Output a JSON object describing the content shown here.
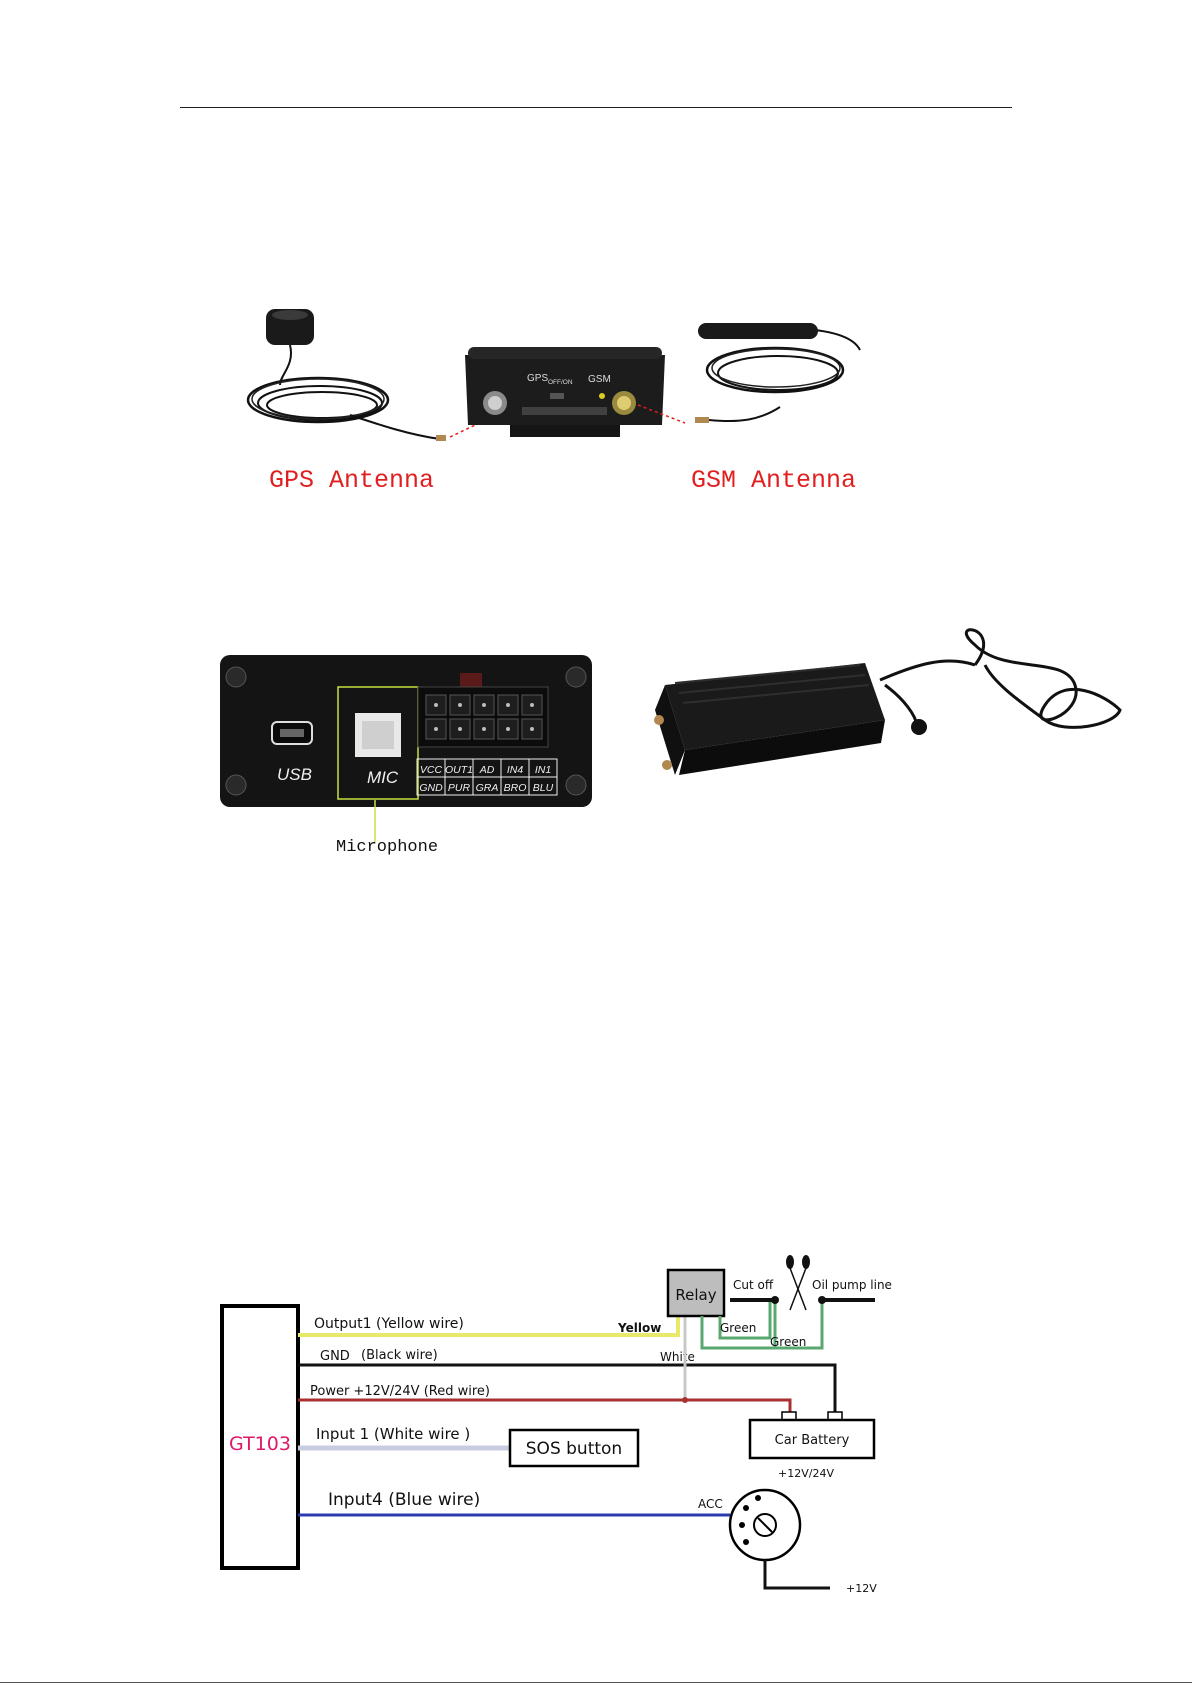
{
  "figure1": {
    "gps_antenna_label": "GPS Antenna",
    "gsm_antenna_label": "GSM Antenna",
    "device_gps_text": "GPS",
    "device_switch_text": "OFF/ON",
    "device_gsm_text": "GSM"
  },
  "figure2": {
    "usb_label": "USB",
    "mic_label": "MIC",
    "microphone_callout": "Microphone",
    "pin_top": [
      "VCC",
      "OUT1",
      "AD",
      "IN4",
      "IN1"
    ],
    "pin_bottom": [
      "GND",
      "PUR",
      "GRA",
      "BRO",
      "BLU"
    ]
  },
  "wiring": {
    "device": "GT103",
    "output1": "Output1 (Yellow wire)",
    "yellow": "Yellow",
    "gnd_prefix": "GND",
    "gnd_suffix": "(Black wire)",
    "white": "White",
    "power": "Power +12V/24V (Red wire)",
    "input1": "Input 1 (White wire )",
    "sos": "SOS button",
    "input4": "Input4 (Blue wire)",
    "relay": "Relay",
    "cut_off": "Cut off",
    "oil_pump": "Oil pump line",
    "green1": "Green",
    "green2": "Green",
    "plus": "+",
    "minus": "-",
    "car_battery": "Car Battery",
    "battery_voltage": "+12V/24V",
    "acc": "ACC",
    "plus12v": "+12V"
  },
  "colors": {
    "label_red": "#e02020",
    "gt103_pink": "#e0186c",
    "yellow_wire": "#e8e86a",
    "red_wire": "#a83030",
    "white_wire": "#c8cce0",
    "blue_wire": "#2a3bb0",
    "green_wire": "#5aa870",
    "relay_fill": "#bdbdbd"
  }
}
